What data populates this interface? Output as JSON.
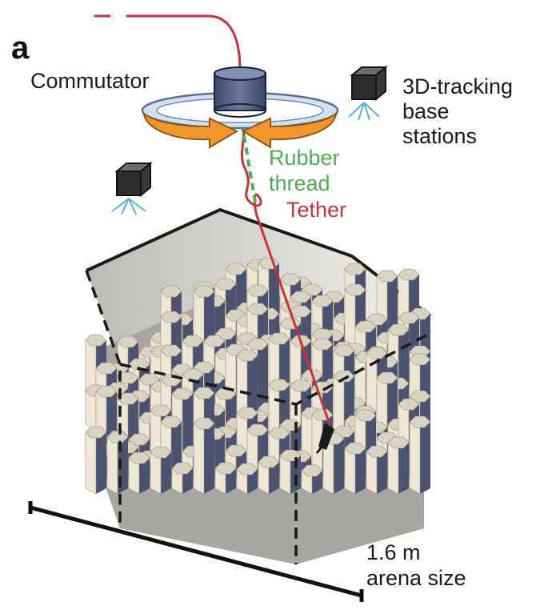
{
  "panel_label": "a",
  "labels": {
    "commutator": "Commutator",
    "base_stations_line1": "3D-tracking",
    "base_stations_line2": "base",
    "base_stations_line3": "stations",
    "rubber_line1": "Rubber",
    "rubber_line2": "thread",
    "tether": "Tether",
    "size_line1": "1.6 m",
    "size_line2": "arena size"
  },
  "colors": {
    "tether": "#c8323c",
    "rubber_thread": "#4caf50",
    "commutator_arrow": "#f0962a",
    "commutator_ring": "#a9c4e0",
    "commutator_body": "#4a5578",
    "pillar_light": "#efe7d6",
    "pillar_shadow": "#4c5370",
    "wall": "#c9c7c4",
    "ir_rays": "#5aaee8"
  },
  "icons": [
    "base-station-icon",
    "commutator-icon",
    "animal-icon"
  ]
}
